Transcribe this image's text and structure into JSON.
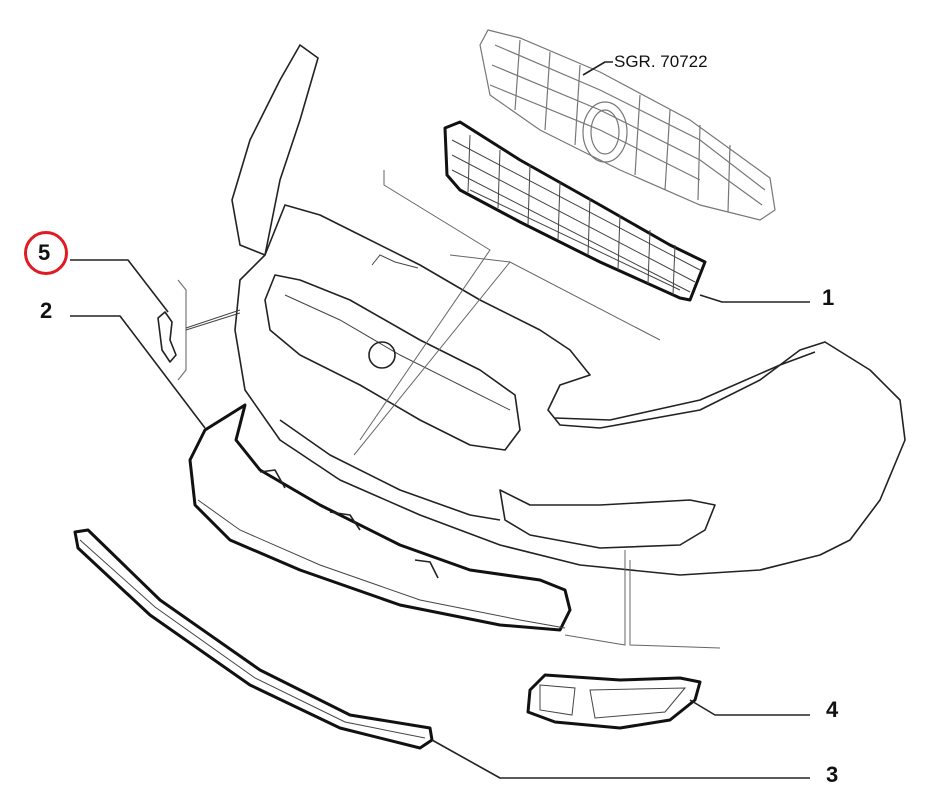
{
  "diagram": {
    "reference": "SGR. 70722",
    "callouts": [
      {
        "number": "1",
        "highlighted": false
      },
      {
        "number": "2",
        "highlighted": false
      },
      {
        "number": "3",
        "highlighted": false
      },
      {
        "number": "4",
        "highlighted": false
      },
      {
        "number": "5",
        "highlighted": true
      }
    ],
    "highlight_color": "#e01b24"
  }
}
